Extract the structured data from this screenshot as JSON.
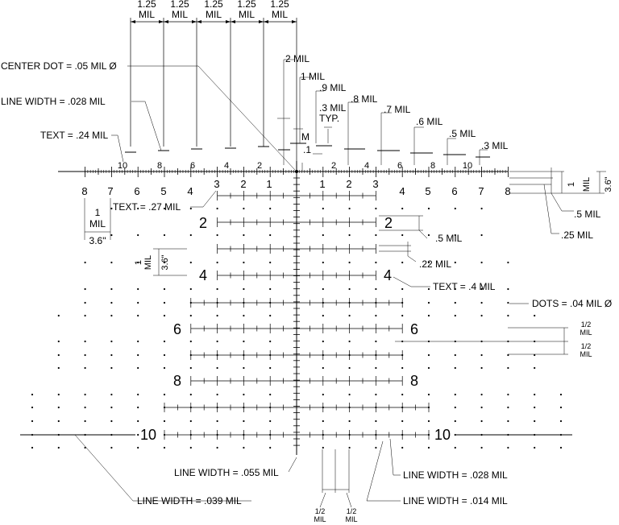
{
  "spacing_labels": [
    {
      "value": "1.25",
      "unit": "MIL"
    },
    {
      "value": "1.25",
      "unit": "MIL"
    },
    {
      "value": "1.25",
      "unit": "MIL"
    },
    {
      "value": "1.25",
      "unit": "MIL"
    },
    {
      "value": "1.25",
      "unit": "MIL"
    }
  ],
  "annotations": {
    "center_dot": "CENTER DOT = .05 MIL Ø",
    "line_width_top": "LINE WIDTH = .028 MIL",
    "text_top": "TEXT = .24 MIL",
    "text_mid": "TEXT = .27 MIL",
    "text_right": "TEXT = .4 MIL",
    "dots": "DOTS = .04 MIL Ø",
    "lw_055": "LINE WIDTH = .055 MIL",
    "lw_039": "LINE WIDTH = .039 MIL",
    "lw_028": "LINE WIDTH = .028 MIL",
    "lw_014": "LINE WIDTH = .014 MIL"
  },
  "dims": {
    "two_mil": "2 MIL",
    "one_mil": "1 MIL",
    "p9": ".9 MIL",
    "p8": ".8 MIL",
    "p7": ".7 MIL",
    "p6": ".6 MIL",
    "p5": ".5 MIL",
    "p3": ".3 MIL",
    "p3_typ_a": ".3 MIL",
    "p3_typ_b": "TYP.",
    "p1": ".1",
    "m": "M",
    "right_1": "1",
    "right_mil": "MIL",
    "right_36": "3.6\"",
    "right_p5": ".5 MIL",
    "right_p25": ".25 MIL",
    "bar_p5": ".5 MIL",
    "bar_p22": ".22 MIL",
    "left_1": "1",
    "left_mil": "MIL",
    "left_36": "3.6\"",
    "block_1": "1",
    "block_mil": "MIL",
    "block_36": "3.6\"",
    "half_a": "1/2",
    "half_a_mil": "MIL",
    "half_b": "1/2",
    "half_b_mil": "MIL",
    "bot_half_a": "1/2",
    "bot_half_a_mil": "MIL",
    "bot_half_b": "1/2",
    "bot_half_b_mil": "MIL"
  },
  "upper_scale_labels": [
    "10",
    "8",
    "6",
    "4",
    "2",
    "2",
    "4",
    "6",
    "8",
    "10"
  ],
  "main_scale_labels": [
    "8",
    "7",
    "6",
    "5",
    "4",
    "3",
    "2",
    "1",
    "1",
    "2",
    "3",
    "4",
    "5",
    "6",
    "7",
    "8"
  ],
  "stadia_labels": [
    "2",
    "4",
    "6",
    "8",
    "10"
  ]
}
